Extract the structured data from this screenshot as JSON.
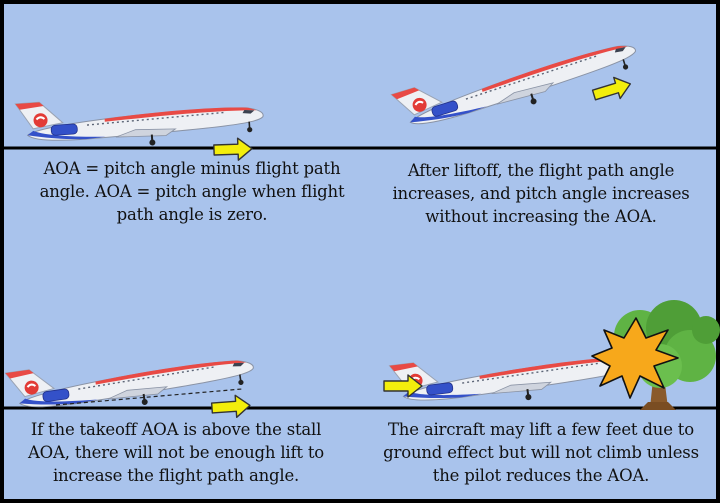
{
  "panels": [
    {
      "caption": "AOA = pitch angle minus flight path angle. AOA = pitch angle when flight path angle is zero."
    },
    {
      "caption": "After liftoff, the flight path angle increases, and pitch angle increases without increasing the AOA."
    },
    {
      "caption": "If the takeoff AOA is above the stall AOA, there will not be enough lift to increase the flight path angle."
    },
    {
      "caption": "The aircraft may lift a few feet due to ground effect but will not climb unless the pilot reduces the AOA."
    }
  ],
  "colors": {
    "sky": "#a9c3ec",
    "ground_line": "#000000",
    "arrow": "#f3ee0c",
    "fuselage": "#eef0f4",
    "stripe_red": "#e84a45",
    "stripe_blue": "#3451c9",
    "tree_foliage": "#5fb344",
    "tree_trunk": "#8a5a2b",
    "explosion": "#f7a81b"
  },
  "icons": [
    "airplane-icon",
    "arrow-icon",
    "tree-icon",
    "explosion-icon"
  ]
}
